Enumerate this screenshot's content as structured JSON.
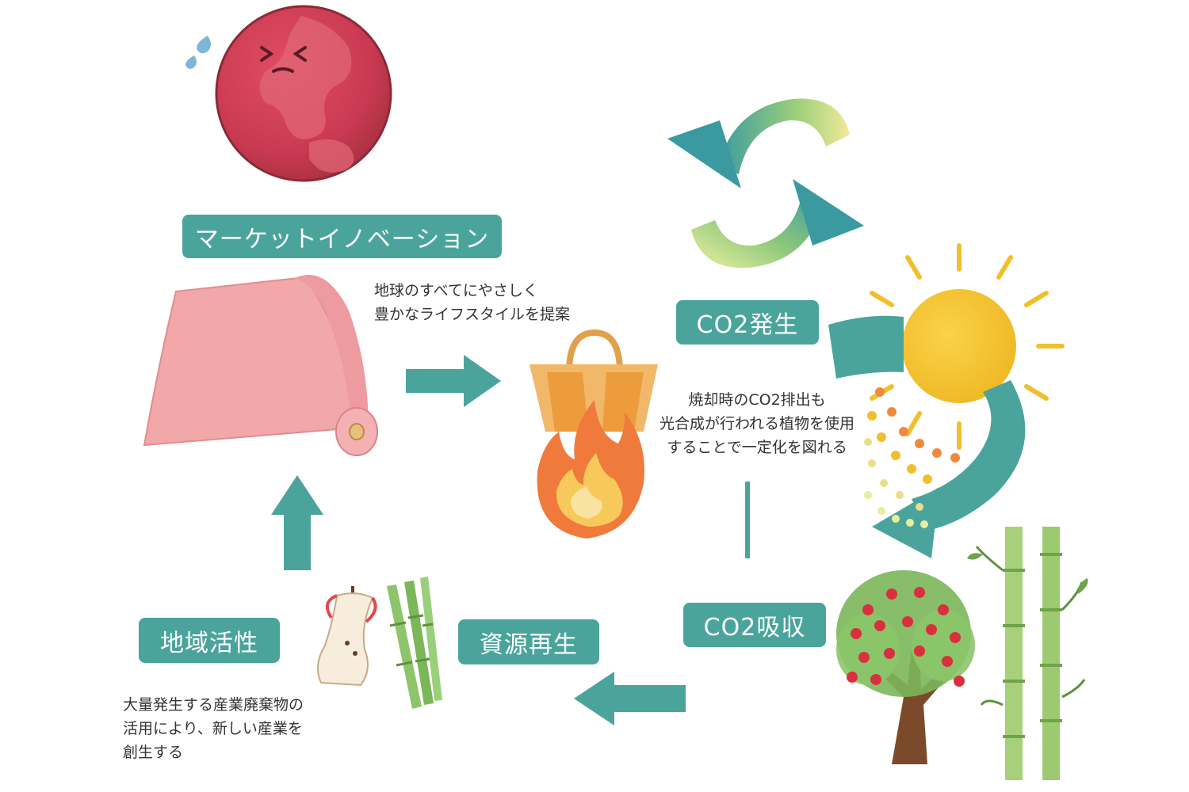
{
  "labels": {
    "market_innovation": "マーケットイノベーション",
    "co2_emission": "CO2発生",
    "co2_absorption": "CO2吸収",
    "resource_regeneration": "資源再生",
    "regional_revitalization": "地域活性"
  },
  "notes": {
    "lifestyle": [
      "地球のすべてにやさしく",
      "豊かなライフスタイルを提案"
    ],
    "incineration": [
      "焼却時のCO2排出も",
      "光合成が行われる植物を使用",
      "することで一定化を図れる"
    ],
    "waste": [
      "大量発生する産業廃棄物の",
      "活用により、新しい産業を",
      "創生する"
    ]
  },
  "icons": [
    "earth-icon",
    "fabric-roll-icon",
    "bag-icon",
    "fire-icon",
    "recycle-arrows-icon",
    "sun-icon",
    "apple-tree-icon",
    "bamboo-icon",
    "apple-core-icon"
  ],
  "colors": {
    "teal": "#4aa49c",
    "earth_red": "#c93a52",
    "fabric_pink": "#f2a7a9",
    "sun_yellow": "#f2bf2c",
    "fire_orange": "#ef7a3c",
    "bamboo_green": "#8cc56a"
  }
}
